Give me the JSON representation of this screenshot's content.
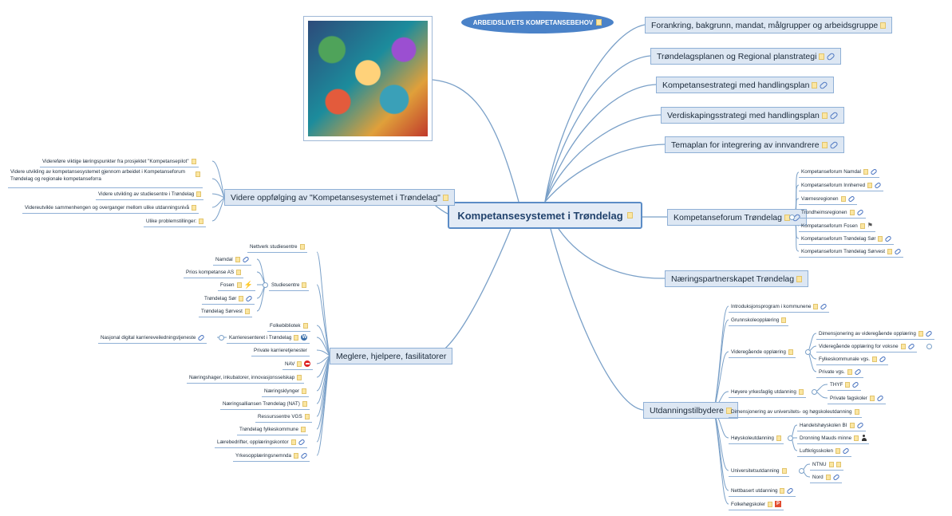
{
  "title": "ARBEIDSLIVETS KOMPETANSEBEHOV",
  "central": "Kompetansesystemet i Trøndelag",
  "right_top": [
    {
      "label": "Forankring, bakgrunn, mandat, målgrupper og arbeidsgruppe"
    },
    {
      "label": "Trøndelagsplanen og Regional planstrategi"
    },
    {
      "label": "Kompetansestrategi med handlingsplan"
    },
    {
      "label": "Verdiskapingsstrategi med handlingsplan"
    },
    {
      "label": "Temaplan for integrering av innvandrere"
    }
  ],
  "kompetanseforum": {
    "label": "Kompetanseforum Trøndelag",
    "children": [
      "Kompetanseforum Namdal",
      "Kompetanseforum Innherred",
      "Værnesregionen",
      "Trondheimsregionen",
      "Kompetanseforum Fosen",
      "Kompetanseforum Trøndelag Sør",
      "Kompetanseforum Trøndelag Sørvest"
    ]
  },
  "naeringspartnerskapet": "Næringspartnerskapet Trøndelag",
  "utdanning": {
    "label": "Utdanningstilbydere",
    "introduksjon": "Introduksjonsprogram i kommunene",
    "grunnskole": "Grunnskoleopplæring",
    "vgs": {
      "label": "Videregående opplæring",
      "children": [
        "Dimensjonering av videregående opplæring",
        "Videregående opplæring for voksne",
        "Fylkeskommunale vgs.",
        "Private vgs."
      ]
    },
    "hoyere_yrkes": {
      "label": "Høyere yrkesfaglig utdanning",
      "children": [
        "THYF",
        "Private fagskoler"
      ]
    },
    "dimensjonering_uh": "Dimensjonering av universitets- og høgskoleutdanning",
    "hoyskole": {
      "label": "Høyskoleutdanning",
      "children": [
        "Handelshøyskolen BI",
        "Dronning Mauds minne",
        "Luftkrigsskolen"
      ]
    },
    "universitet": {
      "label": "Universitetsutdanning",
      "children": [
        "NTNU",
        "Nord"
      ]
    },
    "nettbasert": "Nettbasert utdanning",
    "folkehogskoler": "Folkehøgskoler"
  },
  "oppfolging": {
    "label": "Videre oppfølging av \"Kompetansesystemet i Trøndelag\"",
    "children": [
      "Videreføre viktige læringspunkter fra prosjektet \"Kompetansepilot\"",
      "Videre utvikling av kompetansesystemet gjennom arbeidet i Kompetanseforum",
      "Trøndelag og regionale kompetanseforra",
      "Videre utvikling av studiesentre i Trøndelag",
      "Videreutvikle sammenhengen og overganger mellom ulike utdanningsnivå",
      "Ulike problemstillinger:"
    ]
  },
  "meglere": {
    "label": "Meglere, hjelpere, fasilitatorer",
    "nettverk": "Nettverk studiesentre",
    "studiesentre": {
      "label": "Studiesentre",
      "children": [
        "Namdal",
        "Prios kompetanse AS",
        "Fosen",
        "Trøndelag Sør",
        "Trøndelag Sørvest"
      ]
    },
    "folkebibliotek": "Folkebibliotek",
    "karrieresenteret": "Karrieresenteret i Trøndelag",
    "nasjonal": "Nasjonal digital karriereveiledningstjeneste",
    "others": [
      "Private karrieretjenester",
      "NAV",
      "Næringshager, inkubatorer, innovasjonsselskap",
      "Næringsklynger",
      "Næringsalliansen Trøndelag (NAT)",
      "Ressurssentre VGS",
      "Trøndelag fylkeskommune",
      "Lærebedrifter, opplæringskontor",
      "Yrkesopplæringsnemnda"
    ]
  },
  "colors": {
    "accent": "#4a82c8",
    "line": "#7aa0c8",
    "box": "#dde7f3"
  }
}
